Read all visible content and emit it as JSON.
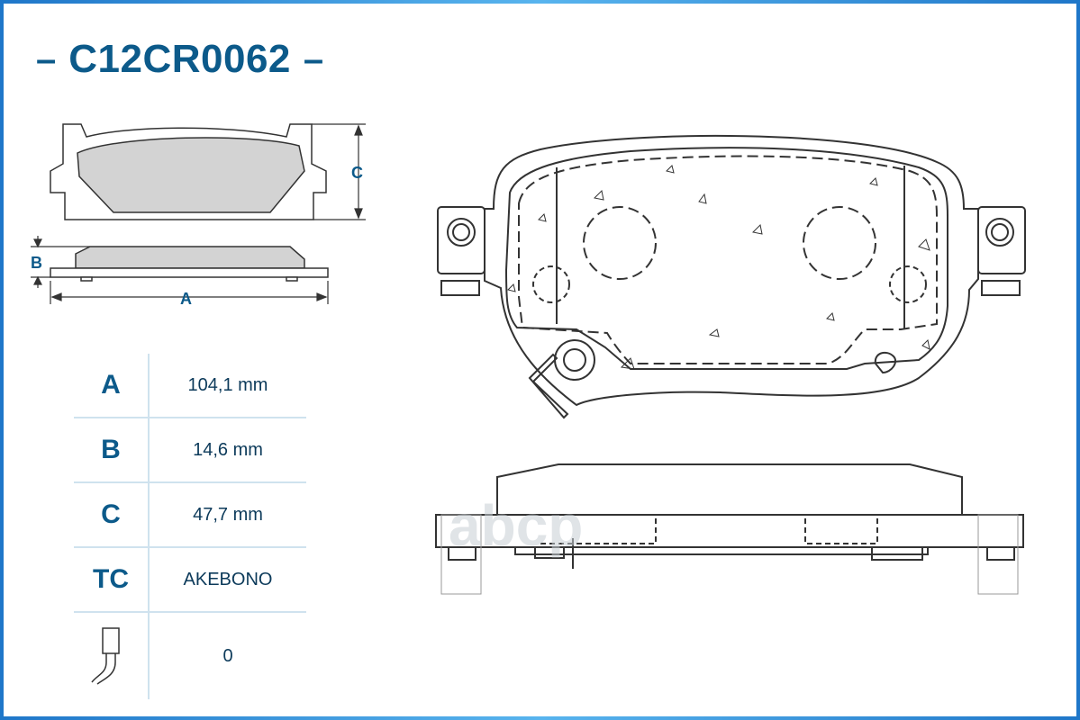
{
  "part_number": "C12CR0062",
  "title_dash_left": "–",
  "title_dash_right": "–",
  "dimension_labels": {
    "a": "A",
    "b": "B",
    "c": "C"
  },
  "specs": [
    {
      "key": "A",
      "value": "104,1 mm"
    },
    {
      "key": "B",
      "value": "14,6 mm"
    },
    {
      "key": "C",
      "value": "47,7 mm"
    },
    {
      "key": "TC",
      "value": "AKEBONO"
    },
    {
      "key": "",
      "value": "0",
      "icon": "wear-sensor-icon"
    }
  ],
  "watermark": "abcp",
  "colors": {
    "accent": "#0c5a8a",
    "frame": "#2a8bd6",
    "pad_fill": "#d3d3d3",
    "line": "#333333"
  }
}
